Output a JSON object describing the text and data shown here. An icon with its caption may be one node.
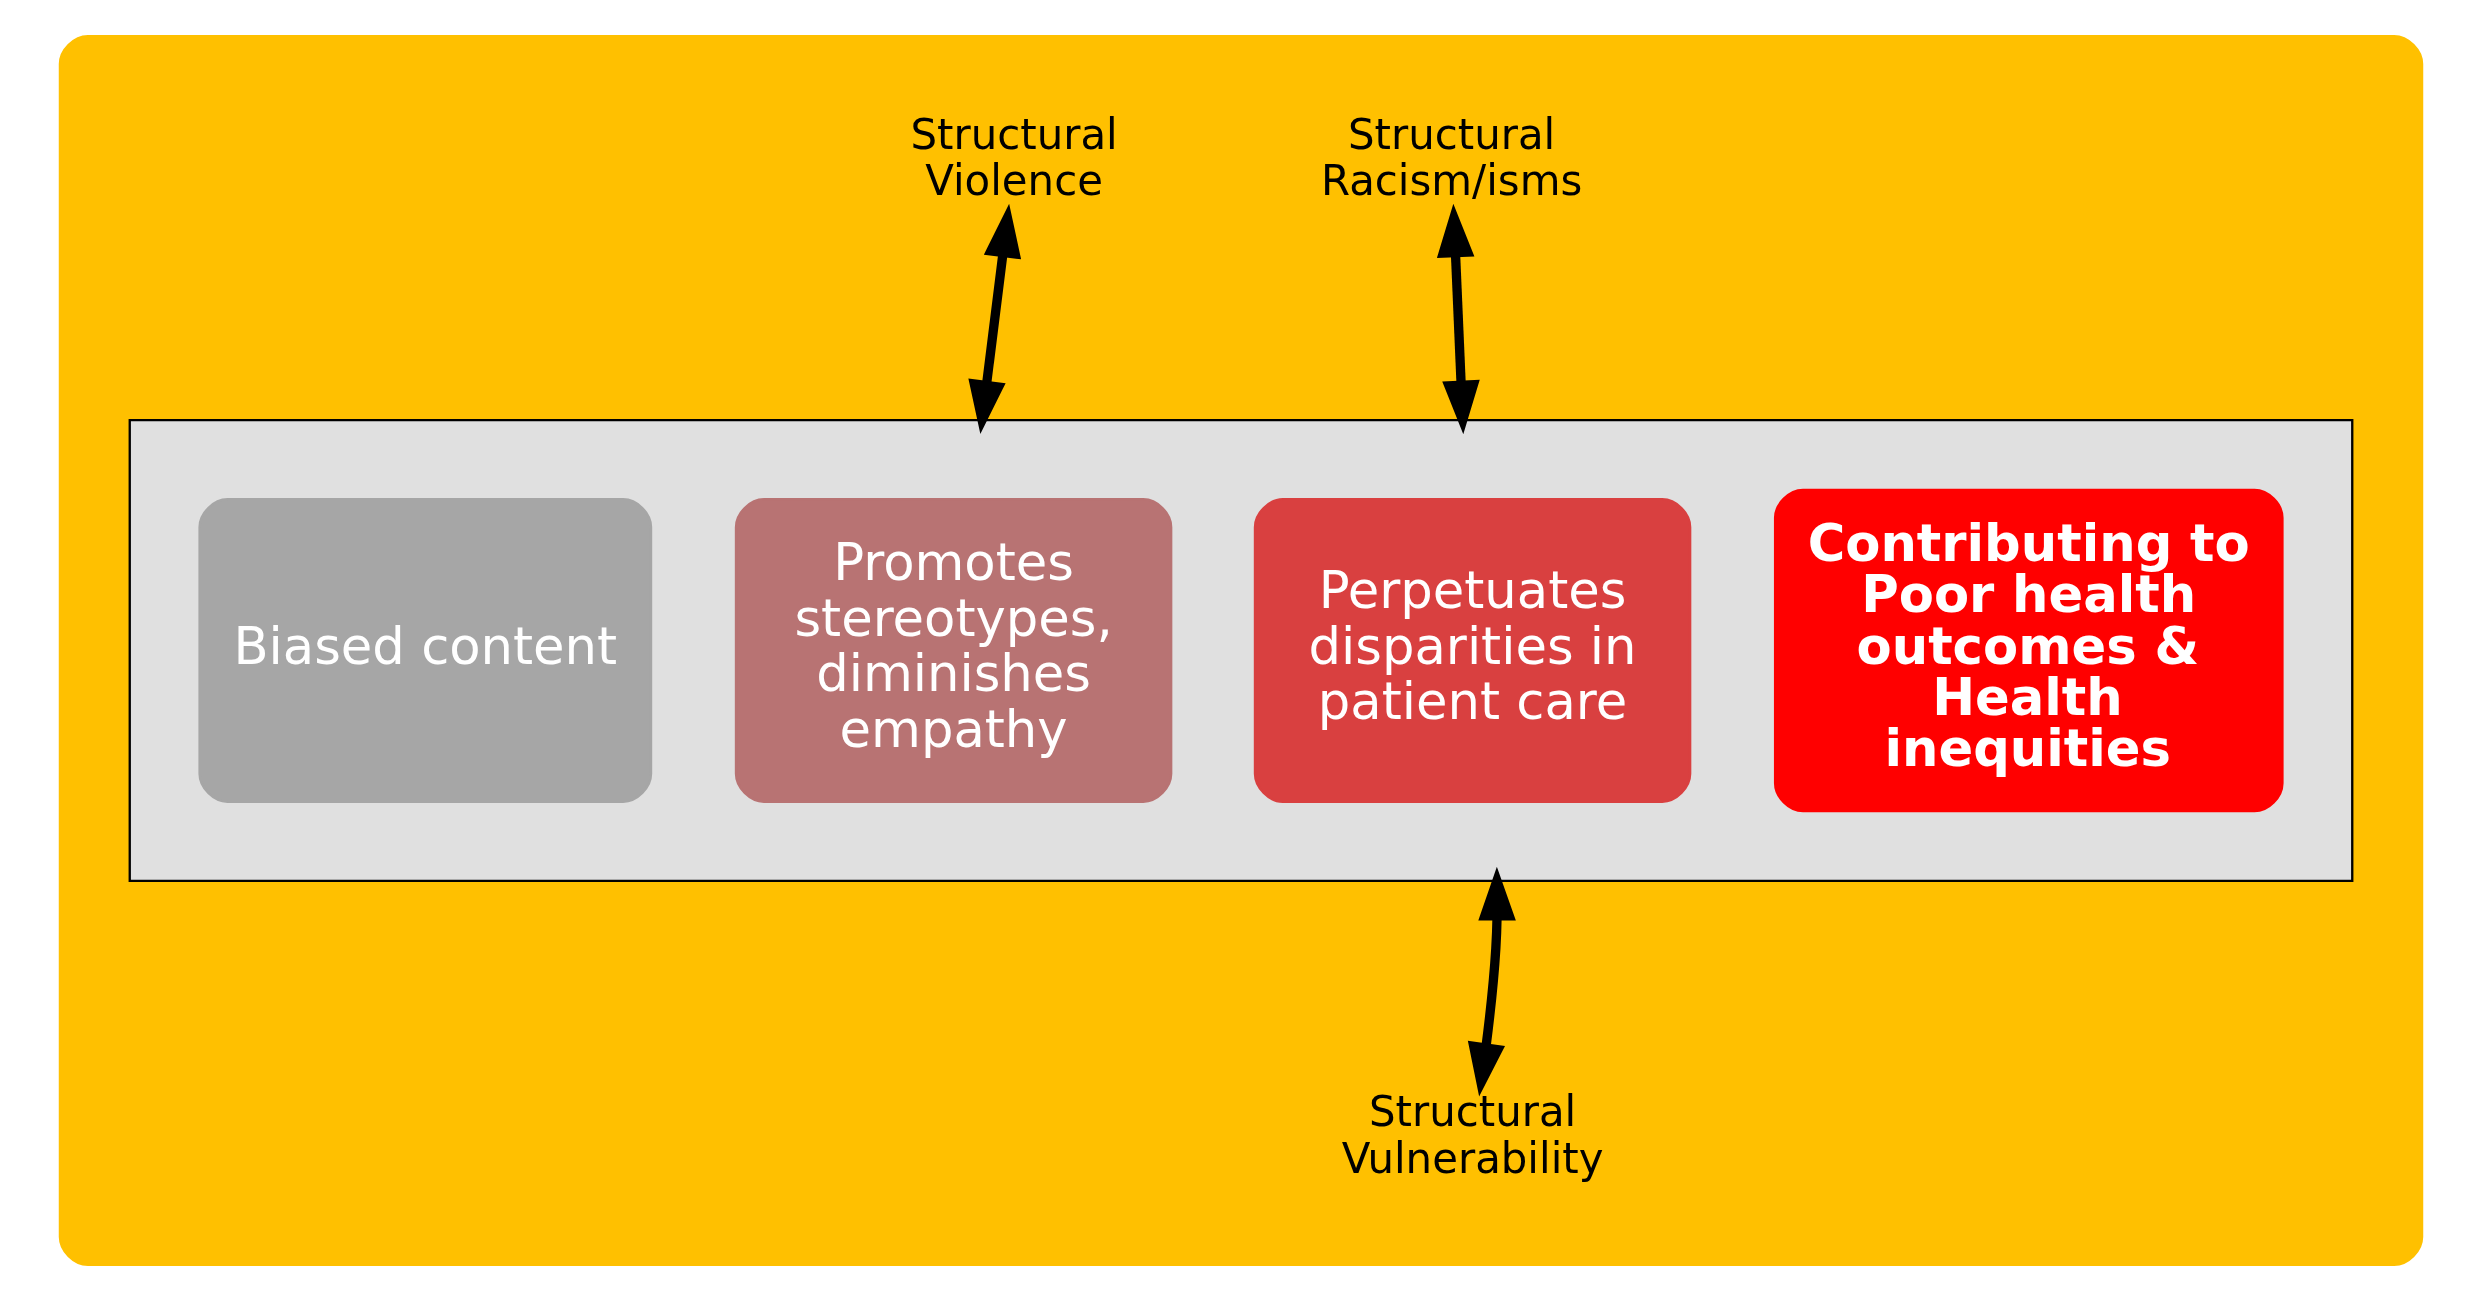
{
  "diagram": {
    "nodes": [
      {
        "text": [],
        "shape": "ellipse"
      },
      {
        "text": [],
        "shape": "arrow",
        "in": 0
      },
      {
        "text": [
          "Biased content"
        ],
        "in": 1
      },
      {
        "text": [
          "Promotes stereotypes, diminishes empathy"
        ],
        "in": 1
      },
      {
        "text": [
          "Perpetuates disparities in patient care"
        ],
        "in": 1
      },
      {
        "text": [
          "Contributing to Poor health outcomes & Health inequities"
        ],
        "in": 1
      },
      {
        "text": [
          "Structural Violence"
        ],
        "in": 0
      },
      {
        "text": [
          "Structural Racism/isms"
        ],
        "in": 0
      },
      {
        "text": [
          "Structural Vulnerability"
        ],
        "in": 0
      }
    ],
    "edges": [
      {
        "from": 6,
        "to": 1,
        "arrow": "both"
      },
      {
        "from": 7,
        "to": 1,
        "arrow": "both"
      },
      {
        "from": 8,
        "to": 1,
        "arrow": "both"
      }
    ]
  }
}
